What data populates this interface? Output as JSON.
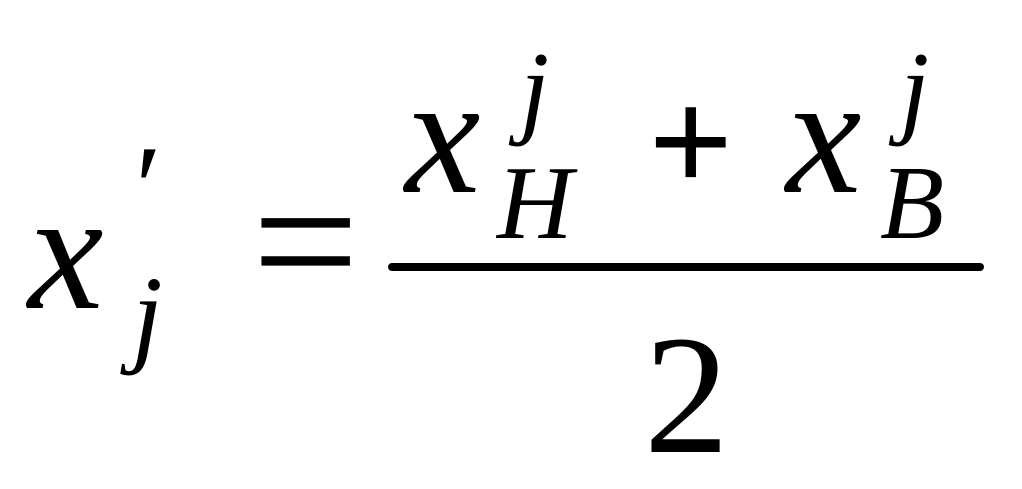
{
  "formula": {
    "lhs": {
      "base": "x",
      "prime": "′",
      "subscript": "j"
    },
    "equals": "=",
    "numerator": {
      "term1": {
        "base": "x",
        "superscript": "j",
        "subscript": "H"
      },
      "operator": "+",
      "term2": {
        "base": "x",
        "superscript": "j",
        "subscript": "B"
      }
    },
    "denominator": "2"
  },
  "colors": {
    "ink": "#000000",
    "background": "#ffffff"
  }
}
